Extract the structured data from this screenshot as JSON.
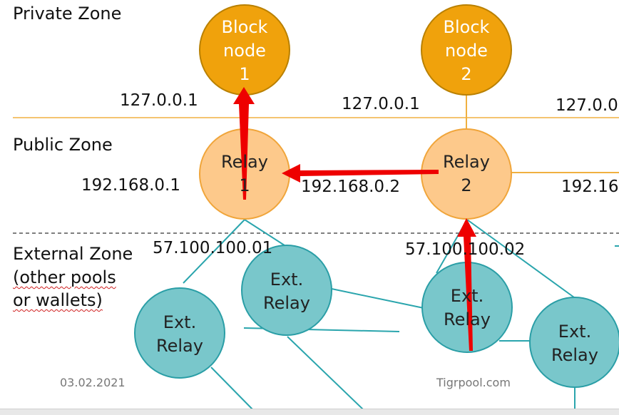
{
  "zones": {
    "private": "Private Zone",
    "public": "Public Zone",
    "external_line1": "External Zone",
    "external_line2": "(other pools",
    "external_line3": "or wallets)"
  },
  "nodes": {
    "block1": [
      "Block",
      "node",
      "1"
    ],
    "block2": [
      "Block",
      "node",
      "2"
    ],
    "relay1": [
      "Relay",
      "1"
    ],
    "relay2": [
      "Relay",
      "2"
    ],
    "ext": [
      "Ext.",
      "Relay"
    ]
  },
  "ips": {
    "loopback_1": "127.0.0.1",
    "loopback_2": "127.0.0.1",
    "loopback_3": "127.0.0",
    "lan_1": "192.168.0.1",
    "lan_2": "192.168.0.2",
    "lan_3": "192.16",
    "public_1": "57.100.100.01",
    "public_2": "57.100.100.02"
  },
  "footer": {
    "date": "03.02.2021",
    "site": "Tigrpool.com"
  },
  "colors": {
    "block_fill": "#f0a20c",
    "block_stroke": "#b98000",
    "relay_fill": "#fdc98b",
    "relay_stroke": "#f0a53a",
    "ext_fill": "#79c7cb",
    "ext_stroke": "#2a9ea6",
    "teal_line": "#2aa5ad",
    "orange_line": "#f0b040",
    "arrow": "#ee0000"
  }
}
